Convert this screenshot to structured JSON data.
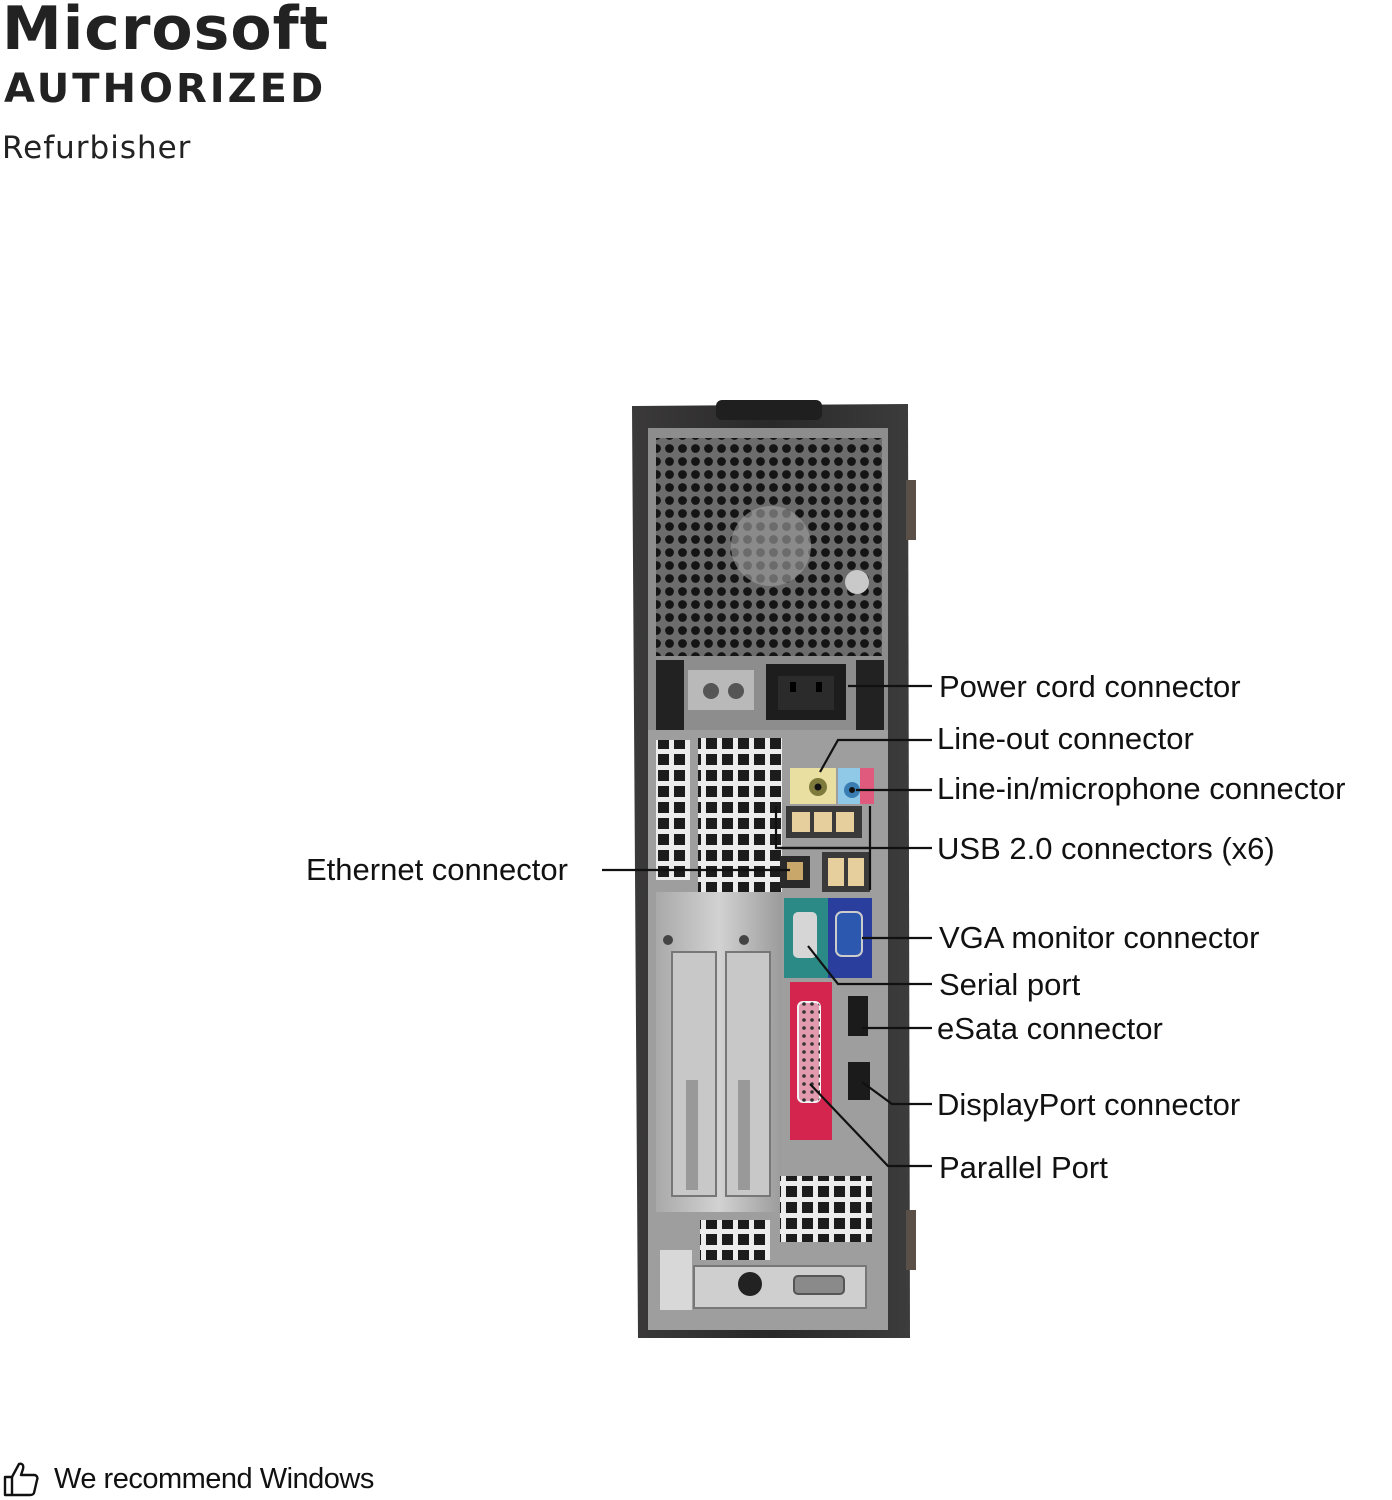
{
  "badge": {
    "brand": "Microsoft",
    "status": "AUTHORIZED",
    "role": "Refurbisher"
  },
  "callouts": {
    "power_cord": "Power cord connector",
    "line_out": "Line-out connector",
    "line_in": "Line-in/microphone connector",
    "usb": "USB 2.0 connectors (x6)",
    "ethernet": "Ethernet connector",
    "vga": "VGA monitor connector",
    "serial": "Serial port",
    "esata": "eSata connector",
    "displayport": "DisplayPort connector",
    "parallel": "Parallel Port"
  },
  "footer": {
    "icon": "thumbs-up-icon",
    "text": "We recommend Windows"
  },
  "colors": {
    "chassis": "#2b2a2a",
    "panel": "#8a8a8a",
    "audio_panel": "#e8dfa0",
    "vga_panel": "#2a3e9e",
    "serial_panel": "#2b8a86",
    "parallel_panel": "#d4254e"
  }
}
